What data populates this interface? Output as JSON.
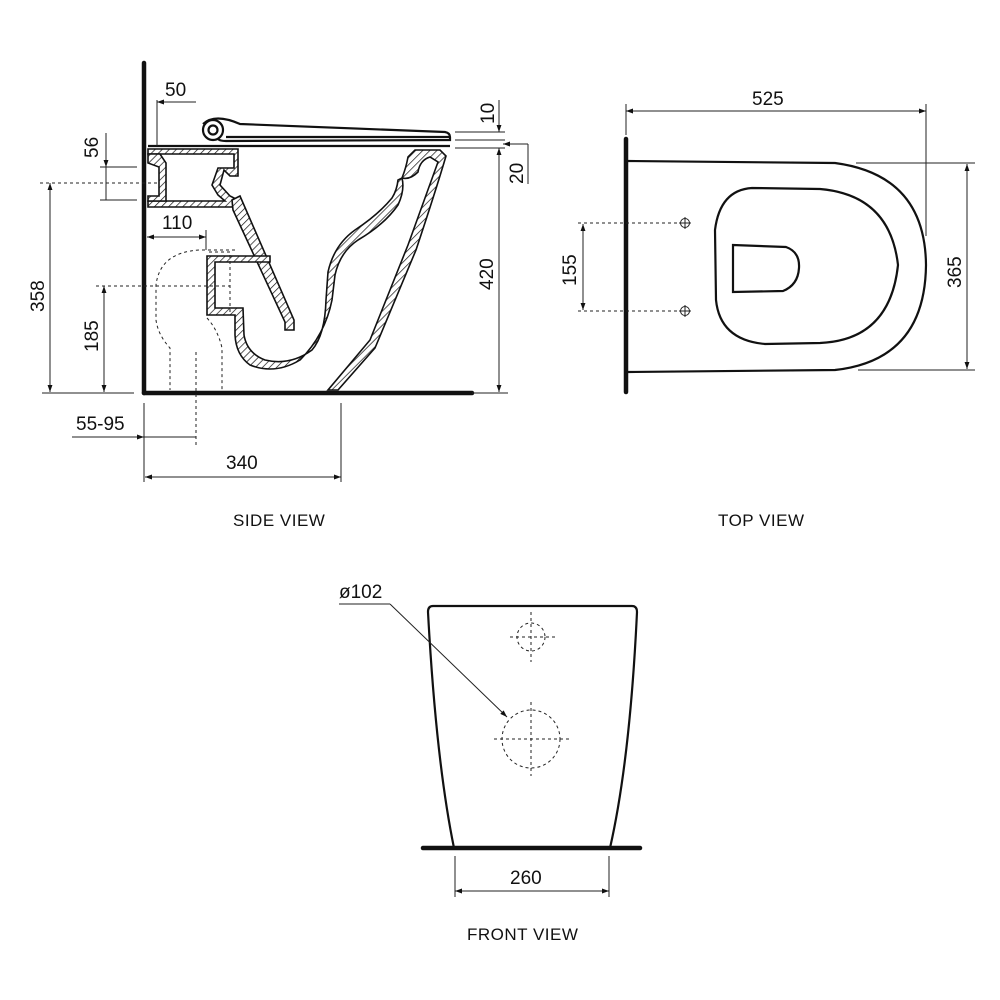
{
  "views": {
    "side": {
      "label": "SIDE VIEW",
      "dimensions": {
        "seat_setback": "50",
        "inlet_height": "56",
        "inlet_depth": "110",
        "overall_height_to_inlet": "358",
        "outlet_height": "185",
        "outlet_setback": "55-95",
        "base_depth": "340",
        "pan_height": "420",
        "seat_thickness": "10",
        "lid_gap": "20"
      }
    },
    "top": {
      "label": "TOP VIEW",
      "dimensions": {
        "length": "525",
        "width": "365",
        "fixing_spacing": "155"
      }
    },
    "front": {
      "label": "FRONT VIEW",
      "dimensions": {
        "outlet_diameter": "ø102",
        "base_width": "260"
      }
    }
  },
  "colors": {
    "line": "#111111",
    "background": "#ffffff"
  }
}
